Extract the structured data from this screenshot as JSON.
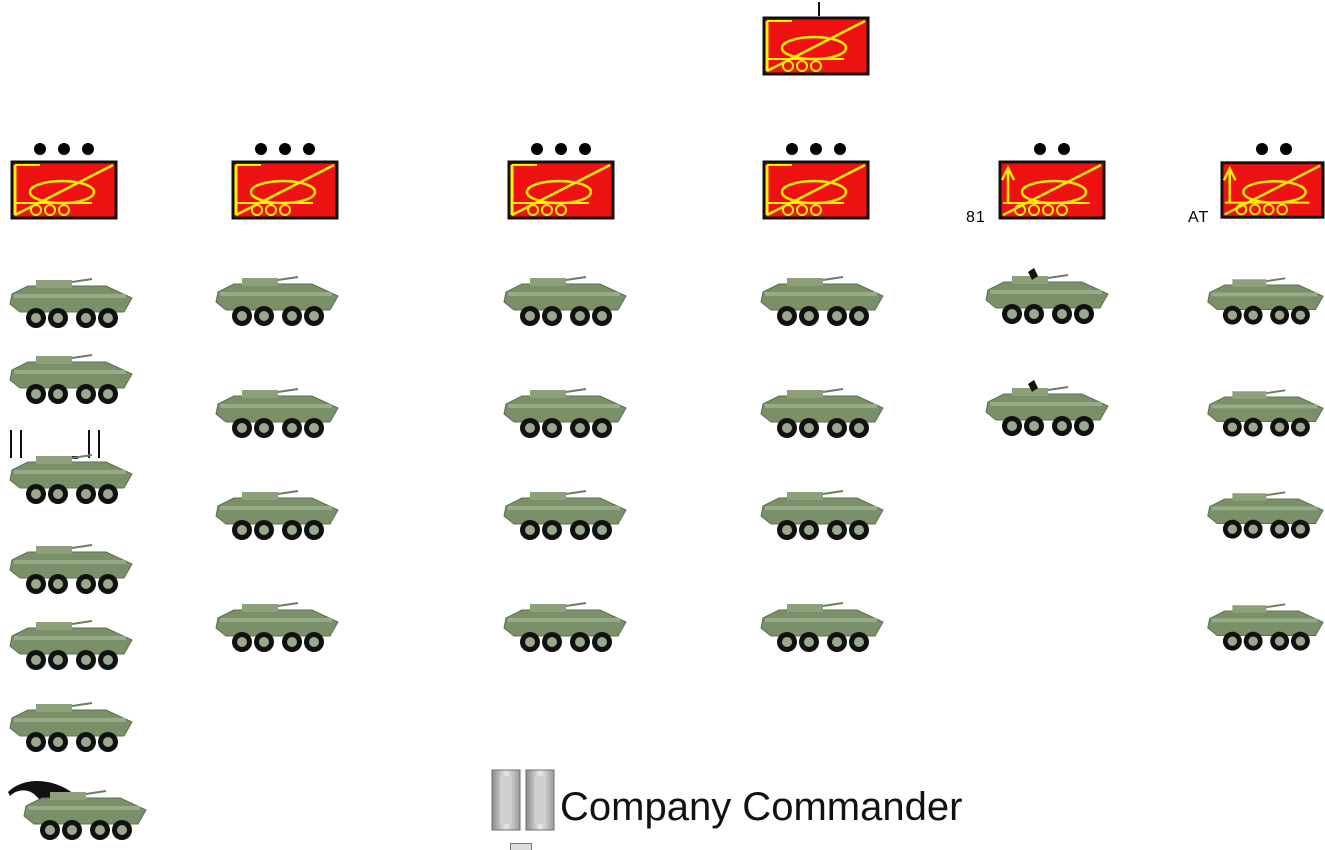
{
  "hq": {
    "symbol": "armored-infantry-company-symbol"
  },
  "units": [
    {
      "echelon": "platoon",
      "kind": "armored-infantry",
      "label": "",
      "vehicles": 7
    },
    {
      "echelon": "platoon",
      "kind": "armored-infantry",
      "label": "",
      "vehicles": 4
    },
    {
      "echelon": "platoon",
      "kind": "armored-infantry",
      "label": "",
      "vehicles": 4
    },
    {
      "echelon": "platoon",
      "kind": "armored-infantry",
      "label": "",
      "vehicles": 4
    },
    {
      "echelon": "section",
      "kind": "mortar",
      "label": "81",
      "vehicles": 2
    },
    {
      "echelon": "section",
      "kind": "anti-tank",
      "label": "AT",
      "vehicles": 4
    }
  ],
  "legend": {
    "text": "Company Commander",
    "icon": "captain-rank-insignia-icon"
  },
  "colors": {
    "symbol_fill": "#ee1111",
    "symbol_lines": "#ffee00",
    "vehicle_body": "#7a9068"
  }
}
